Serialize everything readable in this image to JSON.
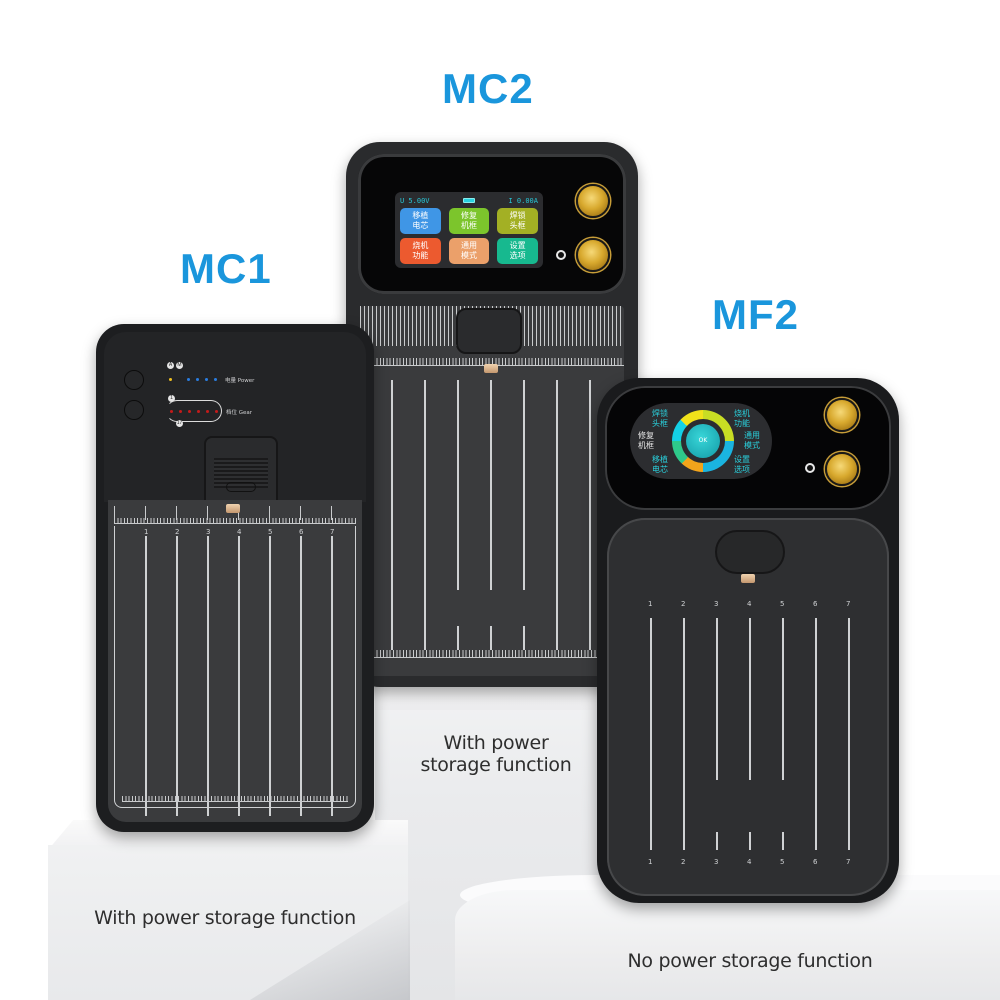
{
  "labels": {
    "mc2": "MC2",
    "mc1": "MC1",
    "mf2": "MF2"
  },
  "captions": {
    "mc2_line1": "With power",
    "mc2_line2": "storage function",
    "mc1": "With power storage function",
    "mf2": "No power storage function"
  },
  "colors": {
    "label_blue": "#1a96dc",
    "device_body": "#1e1f21",
    "plate": "#3a3b3d",
    "gold_contact": "#d8a92e"
  },
  "mc2": {
    "screen": {
      "voltage": "U 5.00V",
      "current": "I 0.00A",
      "battery_icon": "battery-icon",
      "tiles": [
        {
          "text": "移植\n电芯",
          "color": "#3f96e6"
        },
        {
          "text": "修复\n机框",
          "color": "#7cc52c"
        },
        {
          "text": "焊锁\n头框",
          "color": "#a3b024"
        },
        {
          "text": "烧机\n功能",
          "color": "#ec5a2f"
        },
        {
          "text": "通用\n模式",
          "color": "#eba06a"
        },
        {
          "text": "设置\n选项",
          "color": "#17b98f"
        }
      ]
    },
    "slot_count": 7
  },
  "mc1": {
    "mode_icons": "A M",
    "power_label": "电量 Power",
    "gear_label": "档位 Gear",
    "power_leds": [
      "#f0c020",
      "#222222",
      "#2a7de0",
      "#2a7de0",
      "#2a7de0",
      "#2a7de0"
    ],
    "gear_leds": [
      "#c41a1a",
      "#c41a1a",
      "#c41a1a",
      "#c41a1a",
      "#c41a1a",
      "#c41a1a"
    ],
    "ruler_numbers": [
      "1",
      "2",
      "3",
      "4",
      "5",
      "6",
      "7"
    ]
  },
  "mf2": {
    "screen": {
      "center": "OK",
      "top_left": "焊锁\n头框",
      "top_right": "烧机\n功能",
      "mid_left": "修复\n机框",
      "mid_right": "通用\n模式",
      "bottom_left": "移植\n电芯",
      "bottom_right": "设置\n选项"
    },
    "top_numbers": [
      "1",
      "2",
      "3",
      "4",
      "5",
      "6",
      "7"
    ],
    "bottom_numbers": [
      "1",
      "2",
      "3",
      "4",
      "5",
      "6",
      "7"
    ]
  }
}
